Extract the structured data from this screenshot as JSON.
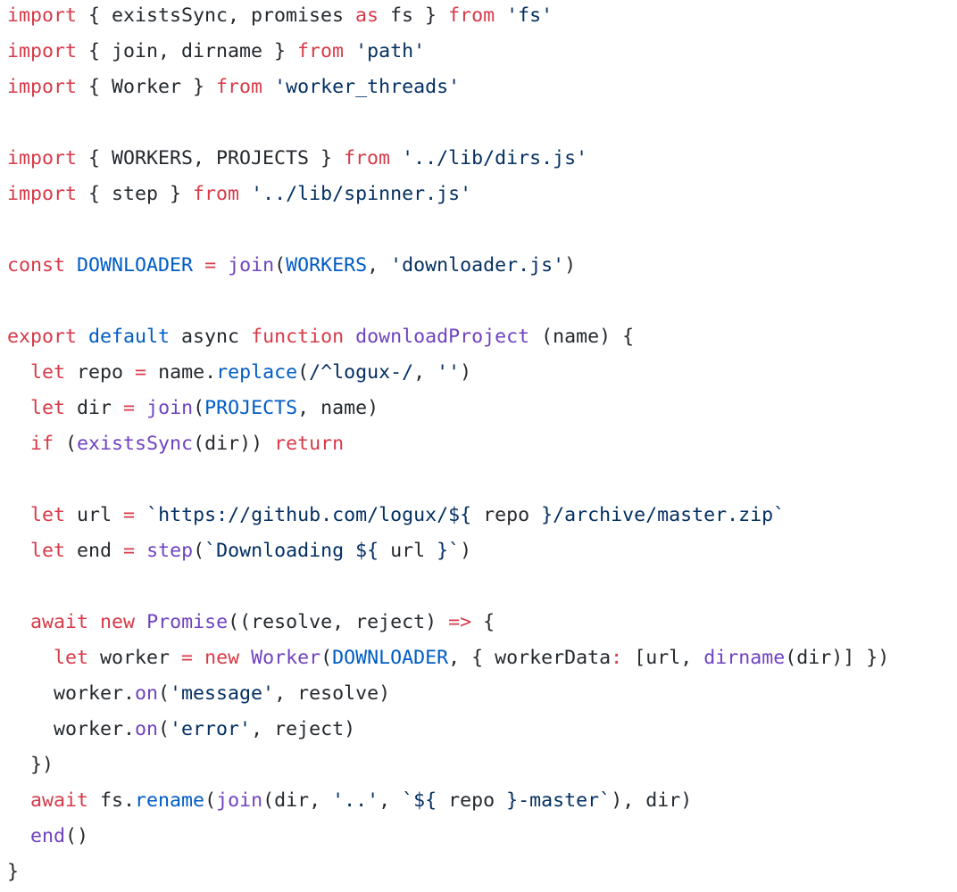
{
  "colors": {
    "default": "#24292e",
    "keyword": "#d73a49",
    "string": "#032f62",
    "function": "#6f42c1",
    "constant": "#005cc5",
    "background": "#ffffff"
  },
  "code": {
    "language": "javascript",
    "lines": [
      [
        [
          "keyword",
          "import"
        ],
        [
          "default",
          " { existsSync, promises "
        ],
        [
          "keyword",
          "as"
        ],
        [
          "default",
          " fs } "
        ],
        [
          "keyword",
          "from"
        ],
        [
          "default",
          " "
        ],
        [
          "string",
          "'fs'"
        ]
      ],
      [
        [
          "keyword",
          "import"
        ],
        [
          "default",
          " { join, dirname } "
        ],
        [
          "keyword",
          "from"
        ],
        [
          "default",
          " "
        ],
        [
          "string",
          "'path'"
        ]
      ],
      [
        [
          "keyword",
          "import"
        ],
        [
          "default",
          " { Worker } "
        ],
        [
          "keyword",
          "from"
        ],
        [
          "default",
          " "
        ],
        [
          "string",
          "'worker_threads'"
        ]
      ],
      [],
      [
        [
          "keyword",
          "import"
        ],
        [
          "default",
          " { WORKERS, PROJECTS } "
        ],
        [
          "keyword",
          "from"
        ],
        [
          "default",
          " "
        ],
        [
          "string",
          "'../lib/dirs.js'"
        ]
      ],
      [
        [
          "keyword",
          "import"
        ],
        [
          "default",
          " { step } "
        ],
        [
          "keyword",
          "from"
        ],
        [
          "default",
          " "
        ],
        [
          "string",
          "'../lib/spinner.js'"
        ]
      ],
      [],
      [
        [
          "keyword",
          "const"
        ],
        [
          "default",
          " "
        ],
        [
          "constant",
          "DOWNLOADER"
        ],
        [
          "default",
          " "
        ],
        [
          "keyword",
          "="
        ],
        [
          "default",
          " "
        ],
        [
          "function",
          "join"
        ],
        [
          "default",
          "("
        ],
        [
          "constant",
          "WORKERS"
        ],
        [
          "default",
          ", "
        ],
        [
          "string",
          "'downloader.js'"
        ],
        [
          "default",
          ")"
        ]
      ],
      [],
      [
        [
          "keyword",
          "export"
        ],
        [
          "default",
          " "
        ],
        [
          "constant",
          "default"
        ],
        [
          "default",
          " async "
        ],
        [
          "keyword",
          "function"
        ],
        [
          "default",
          " "
        ],
        [
          "function",
          "downloadProject"
        ],
        [
          "default",
          " (name) {"
        ]
      ],
      [
        [
          "default",
          "  "
        ],
        [
          "keyword",
          "let"
        ],
        [
          "default",
          " repo "
        ],
        [
          "keyword",
          "="
        ],
        [
          "default",
          " name."
        ],
        [
          "constant",
          "replace"
        ],
        [
          "default",
          "("
        ],
        [
          "string",
          "/^logux-/"
        ],
        [
          "default",
          ", "
        ],
        [
          "string",
          "''"
        ],
        [
          "default",
          ")"
        ]
      ],
      [
        [
          "default",
          "  "
        ],
        [
          "keyword",
          "let"
        ],
        [
          "default",
          " dir "
        ],
        [
          "keyword",
          "="
        ],
        [
          "default",
          " "
        ],
        [
          "function",
          "join"
        ],
        [
          "default",
          "("
        ],
        [
          "constant",
          "PROJECTS"
        ],
        [
          "default",
          ", name)"
        ]
      ],
      [
        [
          "default",
          "  "
        ],
        [
          "keyword",
          "if"
        ],
        [
          "default",
          " ("
        ],
        [
          "function",
          "existsSync"
        ],
        [
          "default",
          "(dir)) "
        ],
        [
          "keyword",
          "return"
        ]
      ],
      [],
      [
        [
          "default",
          "  "
        ],
        [
          "keyword",
          "let"
        ],
        [
          "default",
          " url "
        ],
        [
          "keyword",
          "="
        ],
        [
          "default",
          " "
        ],
        [
          "string",
          "`https://github.com/logux/${"
        ],
        [
          "default",
          " repo "
        ],
        [
          "string",
          "}/archive/master.zip`"
        ]
      ],
      [
        [
          "default",
          "  "
        ],
        [
          "keyword",
          "let"
        ],
        [
          "default",
          " end "
        ],
        [
          "keyword",
          "="
        ],
        [
          "default",
          " "
        ],
        [
          "function",
          "step"
        ],
        [
          "default",
          "("
        ],
        [
          "string",
          "`Downloading ${"
        ],
        [
          "default",
          " url "
        ],
        [
          "string",
          "}`"
        ],
        [
          "default",
          ")"
        ]
      ],
      [],
      [
        [
          "default",
          "  "
        ],
        [
          "keyword",
          "await"
        ],
        [
          "default",
          " "
        ],
        [
          "keyword",
          "new"
        ],
        [
          "default",
          " "
        ],
        [
          "function",
          "Promise"
        ],
        [
          "default",
          "((resolve, reject) "
        ],
        [
          "keyword",
          "=>"
        ],
        [
          "default",
          " {"
        ]
      ],
      [
        [
          "default",
          "    "
        ],
        [
          "keyword",
          "let"
        ],
        [
          "default",
          " worker "
        ],
        [
          "keyword",
          "="
        ],
        [
          "default",
          " "
        ],
        [
          "keyword",
          "new"
        ],
        [
          "default",
          " "
        ],
        [
          "function",
          "Worker"
        ],
        [
          "default",
          "("
        ],
        [
          "constant",
          "DOWNLOADER"
        ],
        [
          "default",
          ", { workerData"
        ],
        [
          "keyword",
          ":"
        ],
        [
          "default",
          " [url, "
        ],
        [
          "function",
          "dirname"
        ],
        [
          "default",
          "(dir)] })"
        ]
      ],
      [
        [
          "default",
          "    worker."
        ],
        [
          "function",
          "on"
        ],
        [
          "default",
          "("
        ],
        [
          "string",
          "'message'"
        ],
        [
          "default",
          ", resolve)"
        ]
      ],
      [
        [
          "default",
          "    worker."
        ],
        [
          "function",
          "on"
        ],
        [
          "default",
          "("
        ],
        [
          "string",
          "'error'"
        ],
        [
          "default",
          ", reject)"
        ]
      ],
      [
        [
          "default",
          "  })"
        ]
      ],
      [
        [
          "default",
          "  "
        ],
        [
          "keyword",
          "await"
        ],
        [
          "default",
          " fs."
        ],
        [
          "constant",
          "rename"
        ],
        [
          "default",
          "("
        ],
        [
          "function",
          "join"
        ],
        [
          "default",
          "(dir, "
        ],
        [
          "string",
          "'..'"
        ],
        [
          "default",
          ", "
        ],
        [
          "string",
          "`${"
        ],
        [
          "default",
          " repo "
        ],
        [
          "string",
          "}-master`"
        ],
        [
          "default",
          "), dir)"
        ]
      ],
      [
        [
          "default",
          "  "
        ],
        [
          "function",
          "end"
        ],
        [
          "default",
          "()"
        ]
      ],
      [
        [
          "default",
          "}"
        ]
      ]
    ]
  }
}
